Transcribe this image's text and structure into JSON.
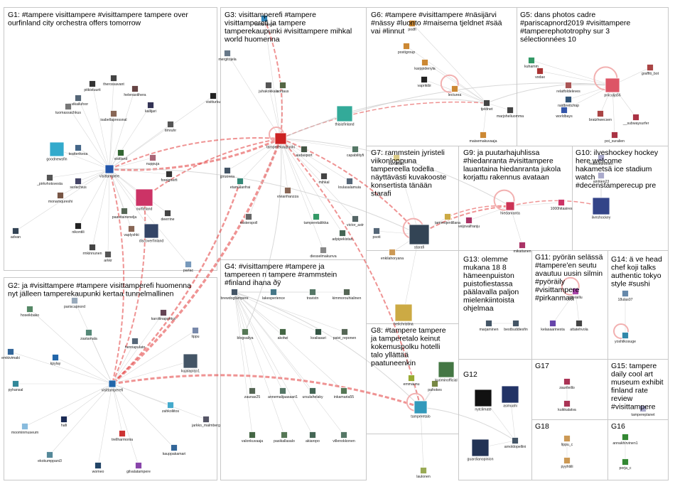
{
  "groups": [
    {
      "id": "G1",
      "lines": [
        "G1: #tampere visittampere #visittampere tampere over",
        "ourfinland city orchestra offers tomorrow"
      ]
    },
    {
      "id": "G2",
      "lines": [
        "G2: ja #visittampere #tampere visittamperefi huomenna",
        "nyt jälleen tamperekaupunki kertaa tunnelmallinen"
      ]
    },
    {
      "id": "G3",
      "lines": [
        "G3: visittamperefi #tampere",
        "visittamperefi ja tampere",
        "tamperekaupunki #visittampere mihkal",
        "world huomenna"
      ]
    },
    {
      "id": "G4",
      "lines": [
        "G4: #visittampere #tampere ja",
        "tampereen n tampere #rammstein",
        "#finland ihana ðÿ"
      ]
    },
    {
      "id": "G5",
      "lines": [
        "G5: dans photos cadre",
        "#pariscapnord2019 #visittampere",
        "#tamperephototrophy sur 3",
        "sélectionnées 10"
      ]
    },
    {
      "id": "G6",
      "lines": [
        "G6: #tampere #visittampere #näsijärvi",
        "#nässy #luonto #maisema tjeldnet #sää",
        "vai #linnut"
      ]
    },
    {
      "id": "G7",
      "lines": [
        "G7: rammstein jyristeli",
        "viikonloppuna",
        "tampereella todella",
        "näyttävästi kuvakooste",
        "konsertista tänään",
        "starafi"
      ]
    },
    {
      "id": "G8",
      "lines": [
        "G8: #tampere tampere",
        "ja tamperetalo keinut",
        "kokemuspolku hotelli",
        "talo yllättää",
        "paatuneenkin"
      ]
    },
    {
      "id": "G9",
      "lines": [
        "G9: ja puutarhajuhlissa",
        "#hiedanranta #visittampere",
        "lauantaina hiedanranta jukola",
        "korjattu rakennus avataan"
      ]
    },
    {
      "id": "G10",
      "lines": [
        "G10: ilveshockey hockey",
        "here welcome",
        "hakametsä ice stadium",
        "watch",
        "#decenstamperecup pre"
      ]
    },
    {
      "id": "G11",
      "lines": [
        "G11: pyörän selässä",
        "#tampere'en seutu",
        "avautuu uusin silmin",
        "#pyöräily",
        "#visittampere",
        "#pirkanmaa"
      ]
    },
    {
      "id": "G12",
      "lines": [
        "G12"
      ]
    },
    {
      "id": "G13",
      "lines": [
        "G13: olemme",
        "mukana 18 8",
        "hämeenpuiston",
        "puistofiestassa",
        "päälavalla paljon",
        "mielenkiintoista",
        "ohjelmaa"
      ]
    },
    {
      "id": "G14",
      "lines": [
        "G14: ä ve head",
        "chef koji talks",
        "authentic tokyo",
        "style #sushi"
      ]
    },
    {
      "id": "G15",
      "lines": [
        "G15: tampere",
        "daily cool art",
        "museum exhibit",
        "finland rate",
        "review",
        "#visittampere"
      ]
    },
    {
      "id": "G16",
      "lines": [
        "G16"
      ]
    },
    {
      "id": "G17",
      "lines": [
        "G17"
      ]
    },
    {
      "id": "G18",
      "lines": [
        "G18"
      ]
    }
  ],
  "nodes": [
    {
      "group": "G1",
      "label": "visittampere",
      "color": "#2255aa"
    },
    {
      "group": "G1",
      "label": "pitkistuurit",
      "color": "#333333"
    },
    {
      "group": "G1",
      "label": "therossavant",
      "color": "#444444"
    },
    {
      "group": "G1",
      "label": "helenastihera",
      "color": "#664444"
    },
    {
      "group": "G1",
      "label": "matkailufoor",
      "color": "#556677"
    },
    {
      "group": "G1",
      "label": "tuomassachkus",
      "color": "#777777"
    },
    {
      "group": "G1",
      "label": "isabellapressnal",
      "color": "#886655"
    },
    {
      "group": "G1",
      "label": "kallijari",
      "color": "#333355"
    },
    {
      "group": "G1",
      "label": "visitturku",
      "color": "#222222"
    },
    {
      "group": "G1",
      "label": "timruhr",
      "color": "#555555"
    },
    {
      "group": "G1",
      "label": "goodnewsfin",
      "color": "#33aacc"
    },
    {
      "group": "G1",
      "label": "teatterikesa",
      "color": "#446688"
    },
    {
      "group": "G1",
      "label": "visitland",
      "color": "#336633"
    },
    {
      "group": "G1",
      "label": "nuppuja",
      "color": "#aa6677"
    },
    {
      "group": "G1",
      "label": "_pirkvhotsvesta",
      "color": "#555555"
    },
    {
      "group": "G1",
      "label": "serlachius",
      "color": "#444466"
    },
    {
      "group": "G1",
      "label": "monamqureshi",
      "color": "#775544"
    },
    {
      "group": "G1",
      "label": "ourfinland",
      "color": "#cc3366"
    },
    {
      "group": "G1",
      "label": "foreignerfi",
      "color": "#333333"
    },
    {
      "group": "G1",
      "label": "paavitainenelja",
      "color": "#556655"
    },
    {
      "group": "G1",
      "label": "deerrine",
      "color": "#444444"
    },
    {
      "group": "G1",
      "label": "nikontili",
      "color": "#222222"
    },
    {
      "group": "G1",
      "label": "vaplyshki",
      "color": "#886655"
    },
    {
      "group": "G1",
      "label": "discoverfinland",
      "color": "#334466"
    },
    {
      "group": "G1",
      "label": "rmkinnunen",
      "color": "#444444"
    },
    {
      "group": "G1",
      "label": "arkkr",
      "color": "#555555"
    },
    {
      "group": "G1",
      "label": "advan",
      "color": "#334455"
    },
    {
      "group": "G1",
      "label": "parlac",
      "color": "#7799bb"
    },
    {
      "group": "G2",
      "label": "visittamperefi",
      "color": "#2266aa"
    },
    {
      "group": "G2",
      "label": "pariscapnord",
      "color": "#99aabb"
    },
    {
      "group": "G2",
      "label": "hoseikbako",
      "color": "#558866"
    },
    {
      "group": "G2",
      "label": "karoliinapontys",
      "color": "#664455"
    },
    {
      "group": "G2",
      "label": "zastamala",
      "color": "#558877"
    },
    {
      "group": "G2",
      "label": "hennapulato",
      "color": "#556677"
    },
    {
      "group": "G2",
      "label": "lippu",
      "color": "#7788aa"
    },
    {
      "group": "G2",
      "label": "emkivimaki",
      "color": "#336699"
    },
    {
      "group": "G2",
      "label": "kpylay",
      "color": "#2266aa"
    },
    {
      "group": "G2",
      "label": "kujalapirjo1",
      "color": "#445566"
    },
    {
      "group": "G2",
      "label": "pyhansal",
      "color": "#338899"
    },
    {
      "group": "G2",
      "label": "hafi",
      "color": "#1a2a55"
    },
    {
      "group": "G2",
      "label": "zahkoliitos",
      "color": "#44aacc"
    },
    {
      "group": "G2",
      "label": "jarkko_malmberg",
      "color": "#555566"
    },
    {
      "group": "G2",
      "label": "moominmuseum",
      "color": "#88bbdd"
    },
    {
      "group": "G2",
      "label": "trellharmonia",
      "color": "#cc3333"
    },
    {
      "group": "G2",
      "label": "kauppakamari",
      "color": "#336699"
    },
    {
      "group": "G2",
      "label": "ekokumppani3",
      "color": "#558899"
    },
    {
      "group": "G2",
      "label": "womeo",
      "color": "#224466"
    },
    {
      "group": "G2",
      "label": "gilvalatampere",
      "color": "#8844aa"
    },
    {
      "group": "G3",
      "label": "visittampere",
      "color": "#3388bb"
    },
    {
      "group": "G3",
      "label": "mergitojela",
      "color": "#667788"
    },
    {
      "group": "G3",
      "label": "juhakokkala",
      "color": "#555555"
    },
    {
      "group": "G3",
      "label": "sortaus",
      "color": "#556644"
    },
    {
      "group": "G3",
      "label": "thisisfinland",
      "color": "#33aa99"
    },
    {
      "group": "G3",
      "label": "tamperekaupunki",
      "color": "#cc2222"
    },
    {
      "group": "G3",
      "label": "jpruoreia",
      "color": "#445566"
    },
    {
      "group": "G3",
      "label": "audasport",
      "color": "#445544"
    },
    {
      "group": "G3",
      "label": "capabilityfi",
      "color": "#557766"
    },
    {
      "group": "G3",
      "label": "etamalanfrai",
      "color": "#338877"
    },
    {
      "group": "G3",
      "label": "mihkal",
      "color": "#444444"
    },
    {
      "group": "G3",
      "label": "vivianfranzza",
      "color": "#886655"
    },
    {
      "group": "G3",
      "label": "loulasalamuia",
      "color": "#556677"
    },
    {
      "group": "G3",
      "label": "misterspoll",
      "color": "#666666"
    },
    {
      "group": "G3",
      "label": "tamperetaliikka",
      "color": "#339966"
    },
    {
      "group": "G3",
      "label": "victor_astr",
      "color": "#556666"
    },
    {
      "group": "G3",
      "label": "adpipekistan",
      "color": "#446655"
    },
    {
      "group": "G3",
      "label": "diesselmakunva",
      "color": "#888888"
    },
    {
      "group": "G4",
      "label": "brewdogtampere",
      "color": "#445566"
    },
    {
      "group": "G4",
      "label": "lakesperience",
      "color": "#447788"
    },
    {
      "group": "G4",
      "label": "travistn",
      "color": "#557766"
    },
    {
      "group": "G4",
      "label": "kimmorouhialinen",
      "color": "#556655"
    },
    {
      "group": "G4",
      "label": "blogsaliya",
      "color": "#557755"
    },
    {
      "group": "G4",
      "label": "akotwi",
      "color": "#446644"
    },
    {
      "group": "G4",
      "label": "kvaliasari",
      "color": "#335544"
    },
    {
      "group": "G4",
      "label": "paivi_reponen",
      "color": "#556655"
    },
    {
      "group": "G4",
      "label": "zaunas25",
      "color": "#556655"
    },
    {
      "group": "G4",
      "label": "annemalijaasaari1",
      "color": "#557766"
    },
    {
      "group": "G4",
      "label": "ursulahelaky",
      "color": "#446655"
    },
    {
      "group": "G4",
      "label": "inkamaria55",
      "color": "#557755"
    },
    {
      "group": "G4",
      "label": "valonkuvaaja",
      "color": "#446644"
    },
    {
      "group": "G4",
      "label": "pasikallasalo",
      "color": "#557755"
    },
    {
      "group": "G4",
      "label": "akiaropo",
      "color": "#446655"
    },
    {
      "group": "G4",
      "label": "villenokkonen",
      "color": "#557766"
    },
    {
      "group": "G5",
      "label": "priiculja56",
      "color": "#dd5566"
    },
    {
      "group": "G5",
      "label": "kuhamm",
      "color": "#339966"
    },
    {
      "group": "G5",
      "label": "vodax",
      "color": "#aa3333"
    },
    {
      "group": "G5",
      "label": "relatfoldeleves",
      "color": "#aa5555"
    },
    {
      "group": "G5",
      "label": "raidbreitchap",
      "color": "#335577"
    },
    {
      "group": "G5",
      "label": "worldbays",
      "color": "#3355aa"
    },
    {
      "group": "G5",
      "label": "graffiti_bot",
      "color": "#aa4444"
    },
    {
      "group": "G5",
      "label": "bratzhwecsen",
      "color": "#aa4444"
    },
    {
      "group": "G5",
      "label": "__subwaysurfer",
      "color": "#aa3344"
    },
    {
      "group": "G5",
      "label": "poi_suralien",
      "color": "#aa3344"
    },
    {
      "group": "G6",
      "label": "tjeldnet",
      "color": "#444444"
    },
    {
      "group": "G6",
      "label": "podfi",
      "color": "#cc8833"
    },
    {
      "group": "G6",
      "label": "postigroup",
      "color": "#cc8833"
    },
    {
      "group": "G6",
      "label": "karppidenyla",
      "color": "#cc8833"
    },
    {
      "group": "G6",
      "label": "vaprikibi",
      "color": "#222222"
    },
    {
      "group": "G6",
      "label": "lecturea",
      "color": "#cc8833"
    },
    {
      "group": "G6",
      "label": "maisemakuvaaja",
      "color": "#cc8833"
    },
    {
      "group": "G6",
      "label": "marjoheliuomma",
      "color": "#444444"
    },
    {
      "group": "G7",
      "label": "starafi",
      "color": "#334455"
    },
    {
      "group": "G7",
      "label": "karoliinav",
      "color": "#ddcc88"
    },
    {
      "group": "G7",
      "label": "tammojenlillana",
      "color": "#ccaa44"
    },
    {
      "group": "G7",
      "label": "psoti",
      "color": "#556677"
    },
    {
      "group": "G7",
      "label": "enkilahoryana",
      "color": "#cc9955"
    },
    {
      "group": "G7",
      "label": "heilchristina",
      "color": "#ccaa44"
    },
    {
      "group": "G8",
      "label": "tamperetalo",
      "color": "#3399bb"
    },
    {
      "group": "G8",
      "label": "emmaunu",
      "color": "#99aa33"
    },
    {
      "group": "G8",
      "label": "pahokes",
      "color": "#778844"
    },
    {
      "group": "G8",
      "label": "kuominofficial",
      "color": "#447744"
    },
    {
      "group": "G8",
      "label": "laulonen",
      "color": "#99aa55"
    },
    {
      "group": "G9",
      "label": "hiedanranta",
      "color": "#cc3355"
    },
    {
      "group": "G9",
      "label": "veijovalfranju",
      "color": "#aa3366"
    },
    {
      "group": "G9",
      "label": "1000hitasires",
      "color": "#cc3366"
    },
    {
      "group": "G9",
      "label": "mikaitanen",
      "color": "#aa3366"
    },
    {
      "group": "G10",
      "label": "ilveshockey",
      "color": "#334488"
    },
    {
      "group": "G10",
      "label": "mikkoesnonen",
      "color": "#aaaacc"
    },
    {
      "group": "G10",
      "label": "ainlnen23",
      "color": "#aaaacc"
    },
    {
      "group": "G11",
      "label": "pyoraillu",
      "color": "#aa44aa"
    },
    {
      "group": "G11",
      "label": "kelasaarinesta",
      "color": "#6644aa"
    },
    {
      "group": "G11",
      "label": "attatehvola",
      "color": "#444444"
    },
    {
      "group": "G12",
      "label": "nytclimate",
      "color": "#111111"
    },
    {
      "group": "G12",
      "label": "asmuahi",
      "color": "#223366"
    },
    {
      "group": "G12",
      "label": "guardianopinion",
      "color": "#223355"
    },
    {
      "group": "G12",
      "label": "arnoldopellini",
      "color": "#445566"
    },
    {
      "group": "G13",
      "label": "marjaminen",
      "color": "#445566"
    },
    {
      "group": "G13",
      "label": "bestbuddiesfin",
      "color": "#445566"
    },
    {
      "group": "G14",
      "label": "18ulas07",
      "color": "#6688aa"
    },
    {
      "group": "G14",
      "label": "yoshilkosuge",
      "color": "#3388aa"
    },
    {
      "group": "G15",
      "label": "tampereplanet",
      "color": "#aaaacc"
    },
    {
      "group": "G16",
      "label": "annakhirvinen1",
      "color": "#338833"
    },
    {
      "group": "G16",
      "label": "porja_c",
      "color": "#338833"
    },
    {
      "group": "G17",
      "label": "zaurileillo",
      "color": "#aa3355"
    },
    {
      "group": "G17",
      "label": "kuikkalatva",
      "color": "#aa3355"
    },
    {
      "group": "G18",
      "label": "lippu_c",
      "color": "#cc9955"
    },
    {
      "group": "G18",
      "label": "pyyhtiili",
      "color": "#cc9955"
    }
  ],
  "colors": {
    "edge_strong": "#e23a3a",
    "edge_soft": "#f2b0b0",
    "edge_gray": "#c8c8c8",
    "box_border": "#c8c8c8"
  }
}
